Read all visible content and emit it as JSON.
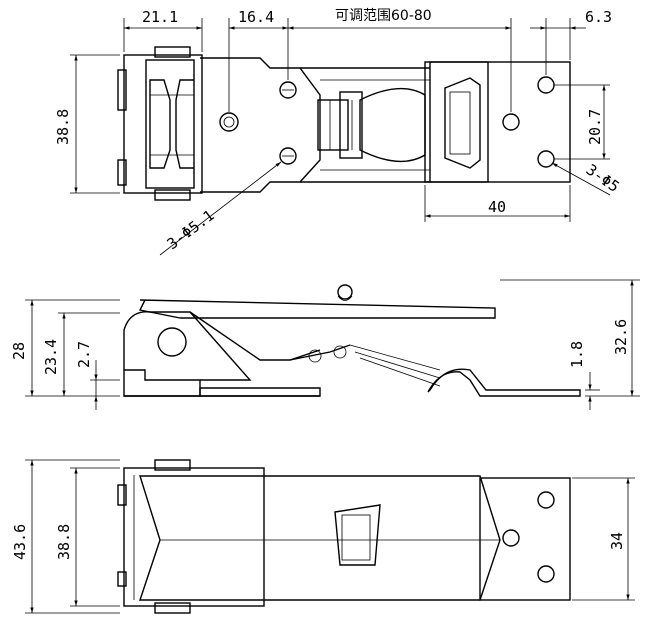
{
  "views": {
    "top": {
      "dims": {
        "w1": "21.1",
        "w2": "16.4",
        "adjust": "可调范围60-80",
        "w3": "6.3",
        "h_left": "38.8",
        "h_holes": "20.7",
        "w_plate": "40",
        "hole_note_left": "3-Φ5.1",
        "hole_note_right": "3-Φ5"
      }
    },
    "side": {
      "dims": {
        "h28": "28",
        "h23_4": "23.4",
        "h2_7": "2.7",
        "h1_8": "1.8",
        "h32_6": "32.6"
      }
    },
    "bottom": {
      "dims": {
        "h43_6": "43.6",
        "h38_8": "38.8",
        "h34": "34"
      }
    }
  }
}
